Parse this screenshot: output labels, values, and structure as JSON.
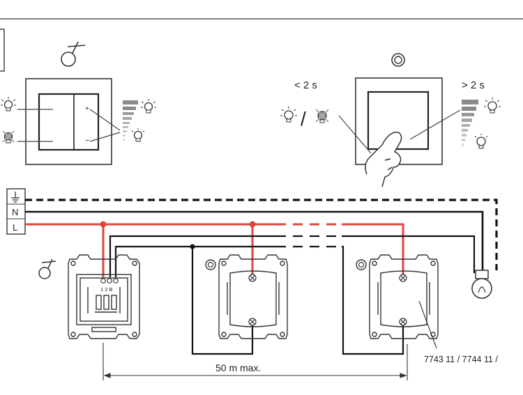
{
  "colors": {
    "line_phase": "#e0453c",
    "line_neutral": "#1a1a1a",
    "line_earth": "#1a1a1a",
    "stroke": "#3a3a3a",
    "ramp_gray": "#8a8a8a"
  },
  "icons": {
    "dimmer_symbol": "dimmer-symbol-icon",
    "pushbutton_symbol": "pushbutton-symbol-icon",
    "bulb_on": "bulb-on-icon",
    "bulb_off": "bulb-off-icon",
    "hand": "hand-icon",
    "earth": "earth-icon",
    "lamp": "lamp-icon"
  },
  "top_left": {
    "plus_label": "+",
    "minus_label": "−"
  },
  "top_right": {
    "short_press_label": "< 2 s",
    "long_press_label": "> 2 s",
    "slash": "/"
  },
  "terminals": {
    "earth_label": "⏚",
    "n_label": "N",
    "l_label": "L"
  },
  "dimmer_terminals": "1 2 B",
  "distance_label": "50 m max.",
  "part_numbers": "7743 11 / 7744 11 /"
}
